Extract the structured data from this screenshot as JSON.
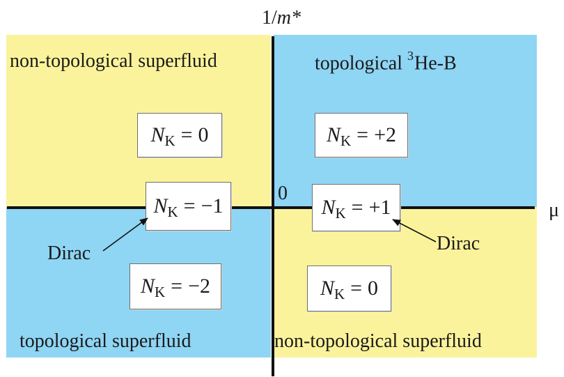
{
  "colors": {
    "non_topological": "#fbf39b",
    "topological": "#8fd5f4",
    "axis": "#111111"
  },
  "axes": {
    "y_label_prefix": "1/",
    "y_label_var": "m*",
    "x_label": "μ",
    "origin": "0"
  },
  "regions": {
    "top_left": "non-topological superfluid",
    "top_right_prefix": "topological ",
    "top_right_sup": "3",
    "top_right_suffix": "He-B",
    "bottom_left": "topological superfluid",
    "bottom_right": "non-topological superfluid"
  },
  "invariant": {
    "symbol": "N",
    "subscript": "K",
    "equals": "=",
    "values": {
      "top_left": "0",
      "top_right": "+2",
      "left_axis": "−1",
      "right_axis": "+1",
      "bottom_left": "−2",
      "bottom_right": "0"
    }
  },
  "annotations": {
    "dirac_left": "Dirac",
    "dirac_right": "Dirac"
  }
}
